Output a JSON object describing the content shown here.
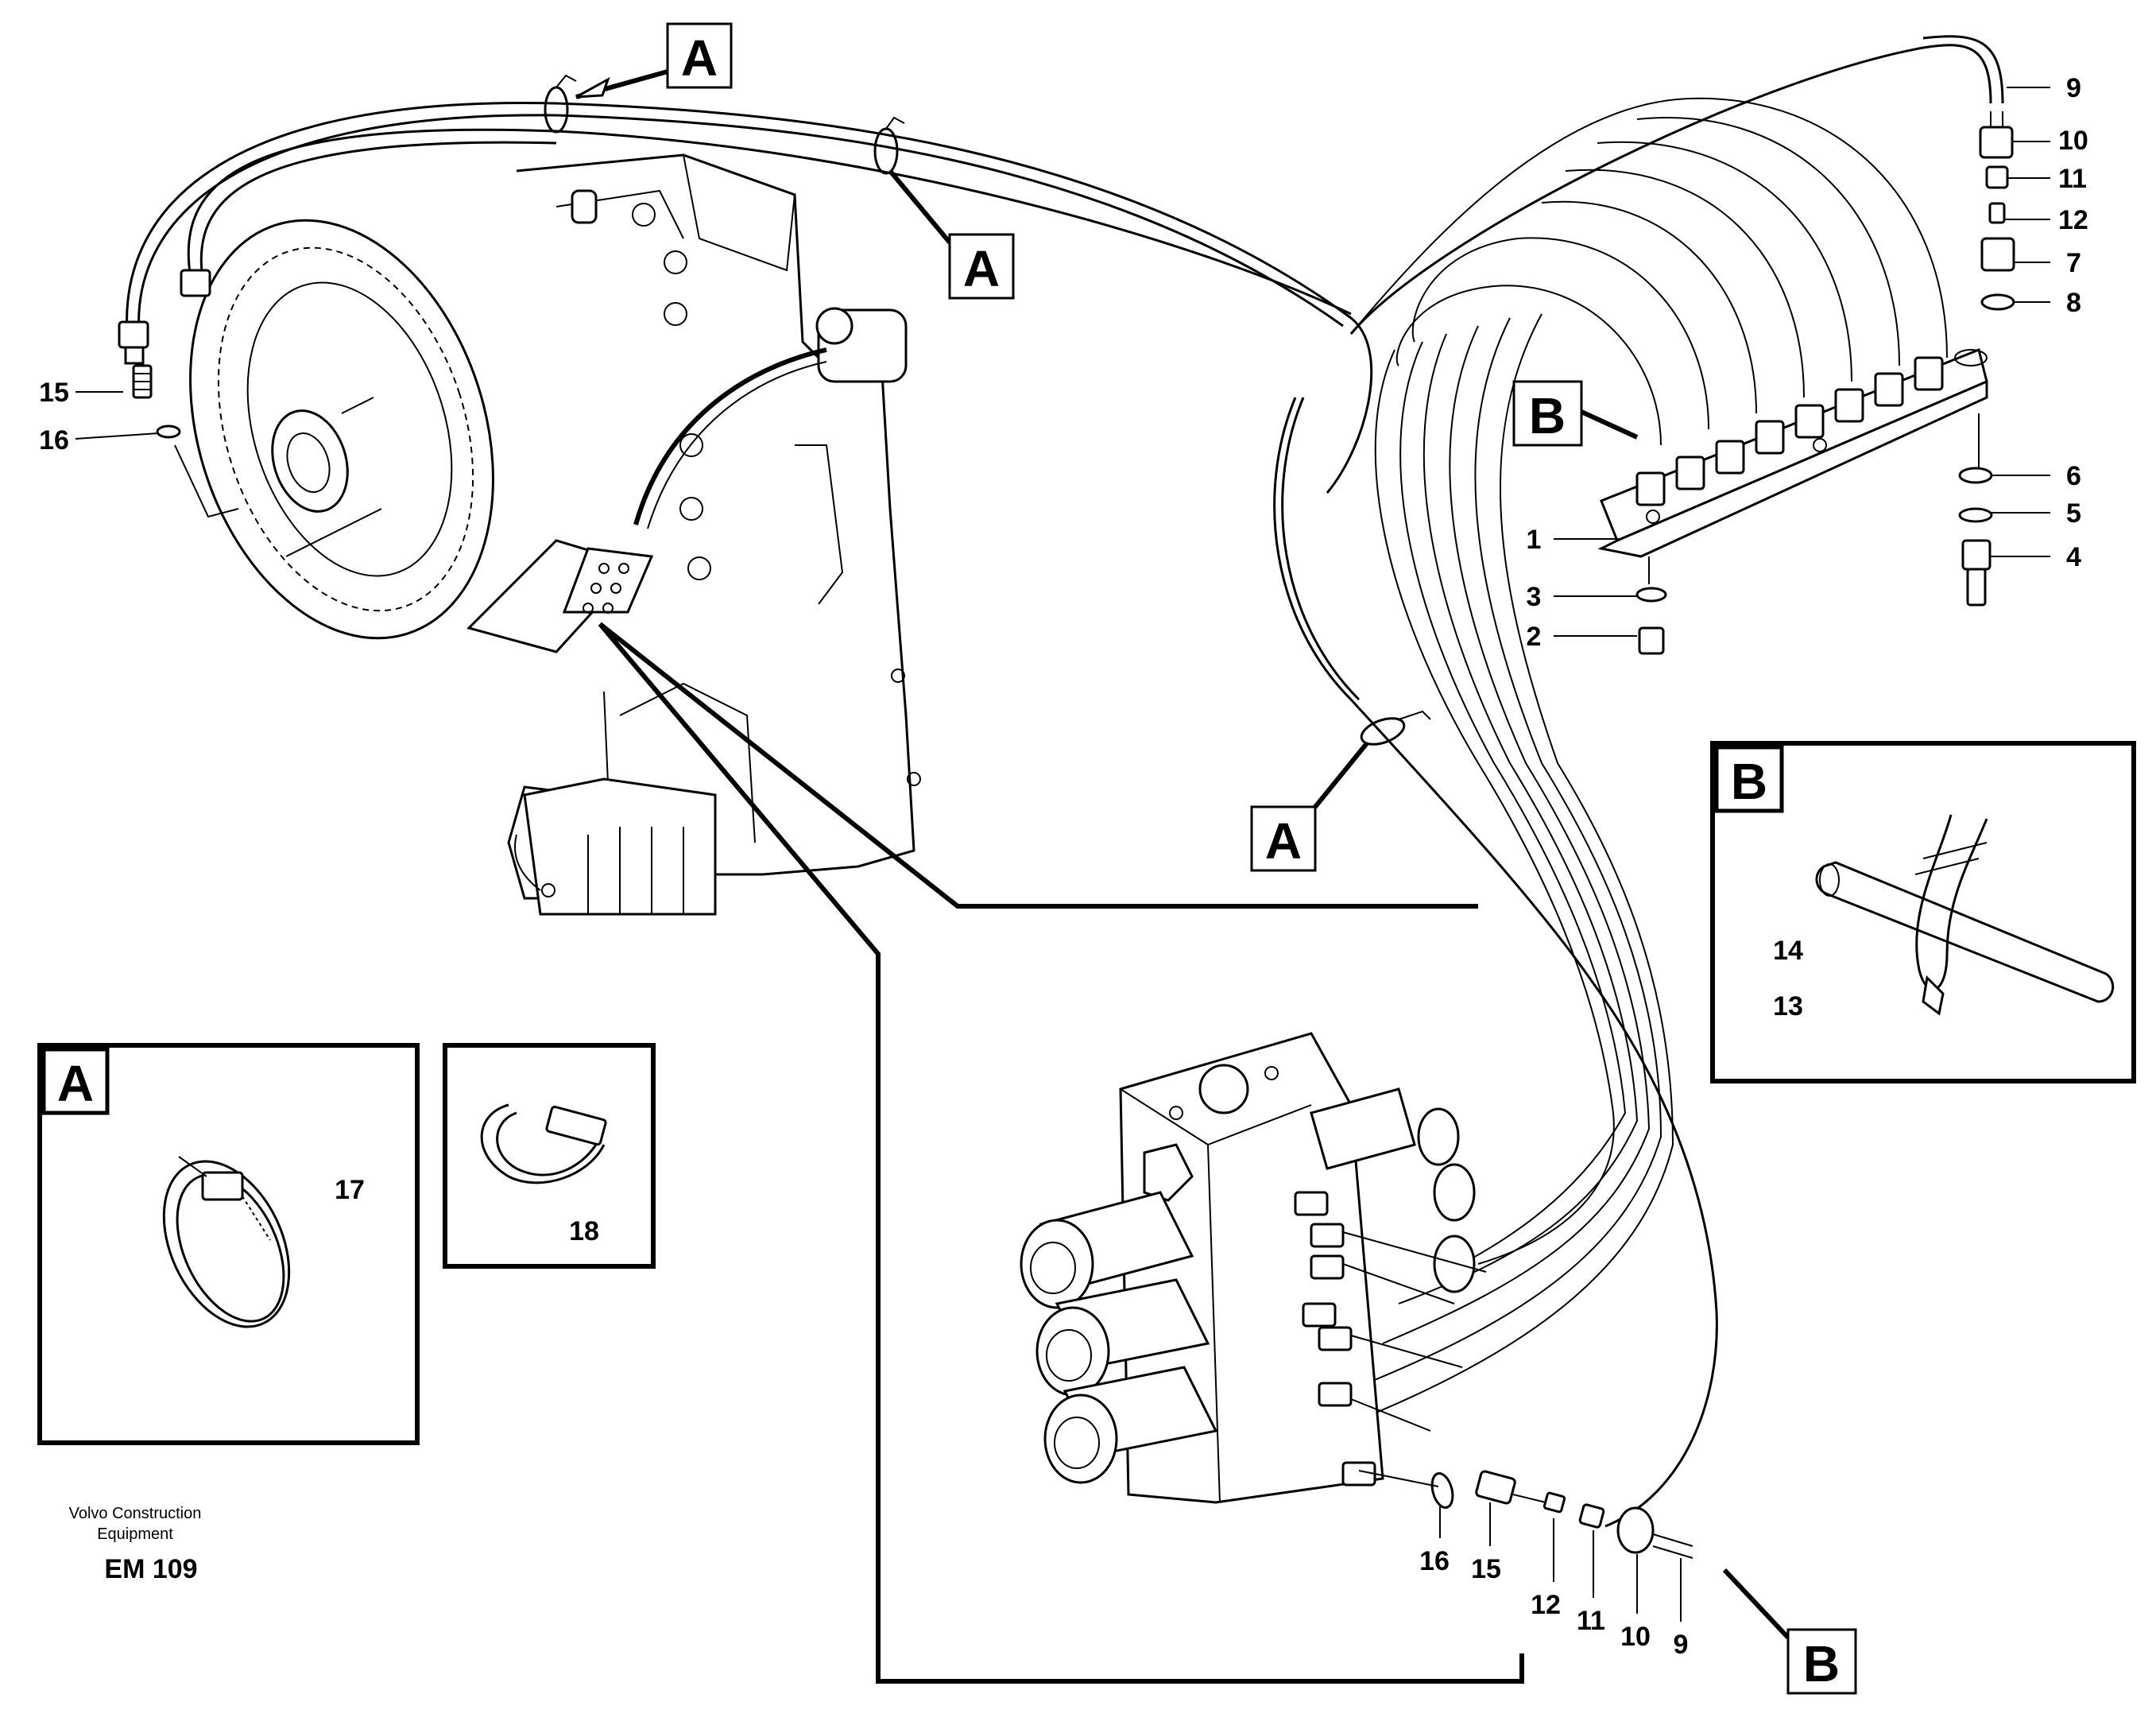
{
  "callouts": {
    "n1": "1",
    "n2": "2",
    "n3": "3",
    "n4": "4",
    "n5": "5",
    "n6": "6",
    "n7": "7",
    "n8": "8",
    "n9": "9",
    "n10": "10",
    "n11": "11",
    "n12": "12",
    "n13": "13",
    "n14": "14",
    "n15": "15",
    "n16": "16",
    "n17": "17",
    "n18": "18"
  },
  "section_refs": {
    "a": "A",
    "b": "B"
  },
  "detail_boxes": {
    "a_title": "A",
    "b_title": "B"
  },
  "footer": {
    "company_line1": "Volvo Construction",
    "company_line2": "Equipment",
    "figure_code": "EM 109"
  }
}
